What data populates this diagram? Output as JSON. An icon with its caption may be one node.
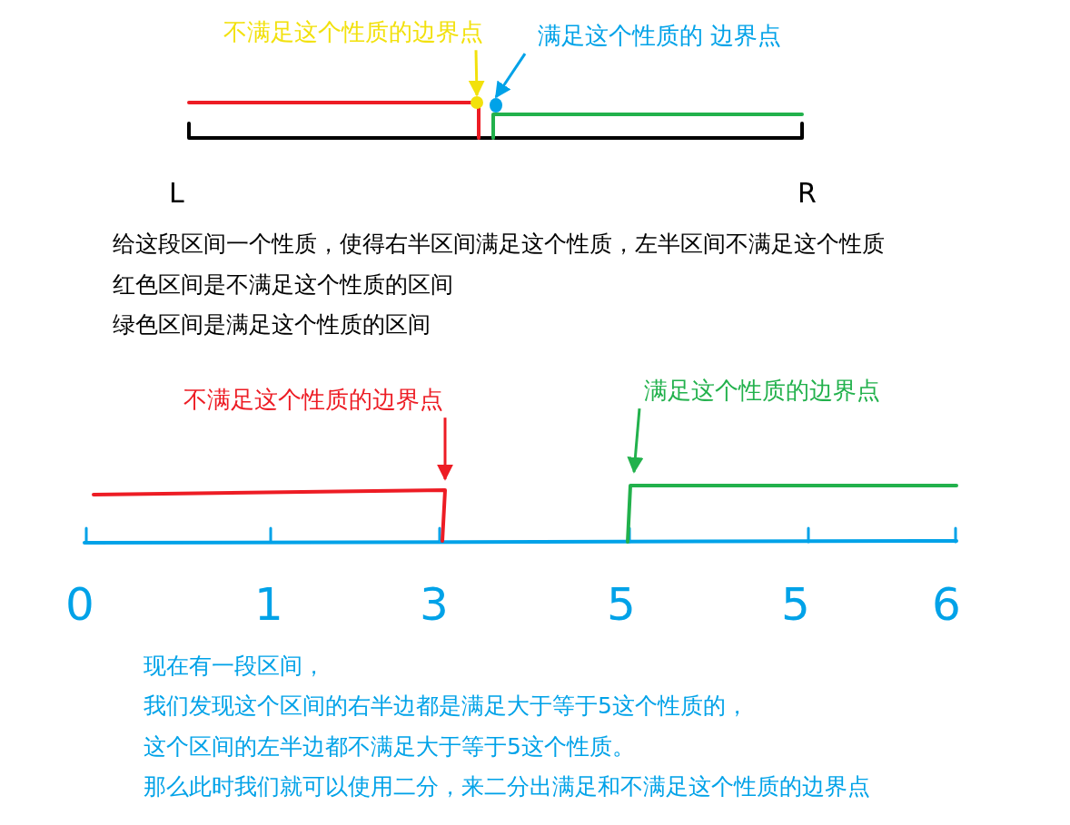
{
  "diagram": {
    "nodes": [
      {
        "text": [
          "不满足这个性质的边界点"
        ]
      },
      {
        "text": [
          "满足这个性质的 边界点"
        ]
      },
      {
        "text": [],
        "shape": "circle"
      },
      {
        "text": [],
        "shape": "circle"
      },
      {
        "text": [
          "不满足这个性质的边界点"
        ]
      },
      {
        "text": [
          "满足这个性质的边界点"
        ]
      }
    ],
    "edges": [
      {
        "from": 0,
        "to": 2,
        "arrow": "to",
        "color": "#f2e10c"
      },
      {
        "from": 1,
        "to": 3,
        "arrow": "to",
        "color": "#00a2e8"
      },
      {
        "from": 4,
        "to": null,
        "arrow": "to",
        "color": "#ed1c24"
      },
      {
        "from": 5,
        "to": null,
        "arrow": "to",
        "color": "#22b14c"
      }
    ],
    "labels": [
      "L",
      "R",
      "给这段区间一个性质，使得右半区间满足这个性质，左半区间不满足这个性质",
      "红色区间是不满足这个性质的区间",
      "绿色区间是满足这个性质的区间",
      "0",
      "1",
      "3",
      "5",
      "5",
      "6",
      "现在有一段区间，",
      "我们发现这个区间的右半边都是满足大于等于5这个性质的，",
      "这个区间的左半边都不满足大于等于5这个性质。",
      "那么此时我们就可以使用二分，来二分出满足和不满足这个性质的边界点"
    ]
  }
}
